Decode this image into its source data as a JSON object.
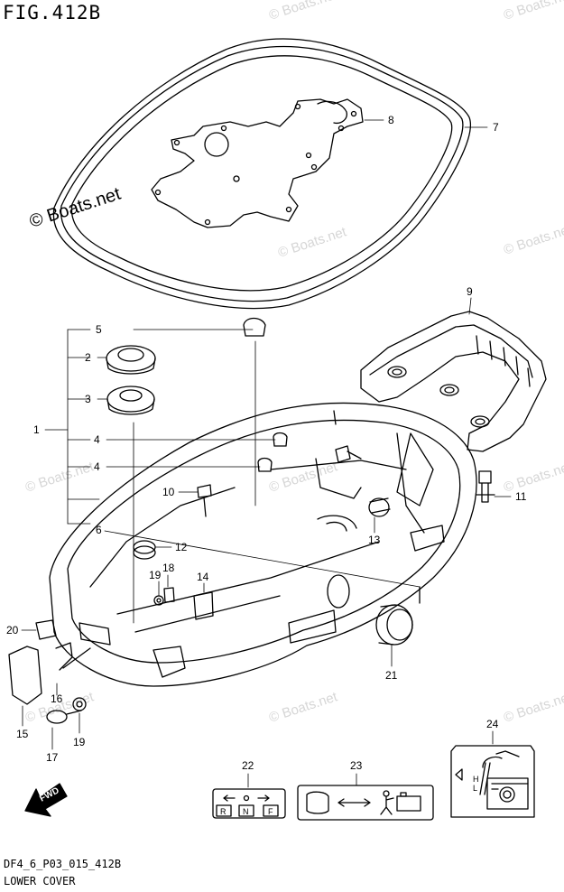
{
  "figure": {
    "title": "FIG.412B",
    "code": "DF4_6_P03_015_412B",
    "name": "LOWER COVER",
    "watermark": "© Boats.net",
    "fwd_label": "FWD"
  },
  "callouts": {
    "c1": "1",
    "c2": "2",
    "c3": "3",
    "c4a": "4",
    "c4b": "4",
    "c5": "5",
    "c6": "6",
    "c7": "7",
    "c8": "8",
    "c9": "9",
    "c10": "10",
    "c11": "11",
    "c12": "12",
    "c13": "13",
    "c14": "14",
    "c15": "15",
    "c16": "16",
    "c17": "17",
    "c18": "18",
    "c19a": "19",
    "c19b": "19",
    "c20": "20",
    "c21": "21",
    "c22": "22",
    "c23": "23",
    "c24": "24"
  },
  "labels": {
    "shift_r": "R",
    "shift_n": "N",
    "shift_f": "F",
    "oil_h": "H",
    "oil_l": "L"
  }
}
